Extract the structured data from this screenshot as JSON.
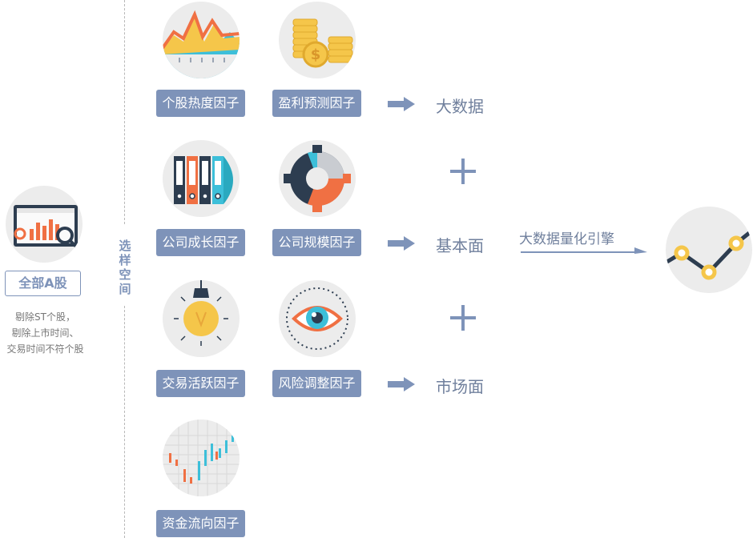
{
  "left": {
    "title": "全部A股",
    "notes": [
      "剔除ST个股，",
      "剔除上市时间、",
      "交易时间不符个股"
    ]
  },
  "space_label": "选样空间",
  "factors": [
    "个股热度因子",
    "盈利预测因子",
    "公司成长因子",
    "公司规模因子",
    "交易活跃因子",
    "风险调整因子",
    "资金流向因子"
  ],
  "results": [
    "大数据",
    "基本面",
    "市场面"
  ],
  "engine_label": "大数据量化引擎",
  "colors": {
    "accent": "#7e93b9",
    "text_result": "#6f7f9c",
    "icon_bg": "#ececec"
  },
  "icons": [
    "report-icon",
    "heat-chart-icon",
    "coins-icon",
    "binders-icon",
    "gear-icon",
    "lightbulb-icon",
    "eye-icon",
    "candlestick-icon",
    "trend-line-icon"
  ]
}
